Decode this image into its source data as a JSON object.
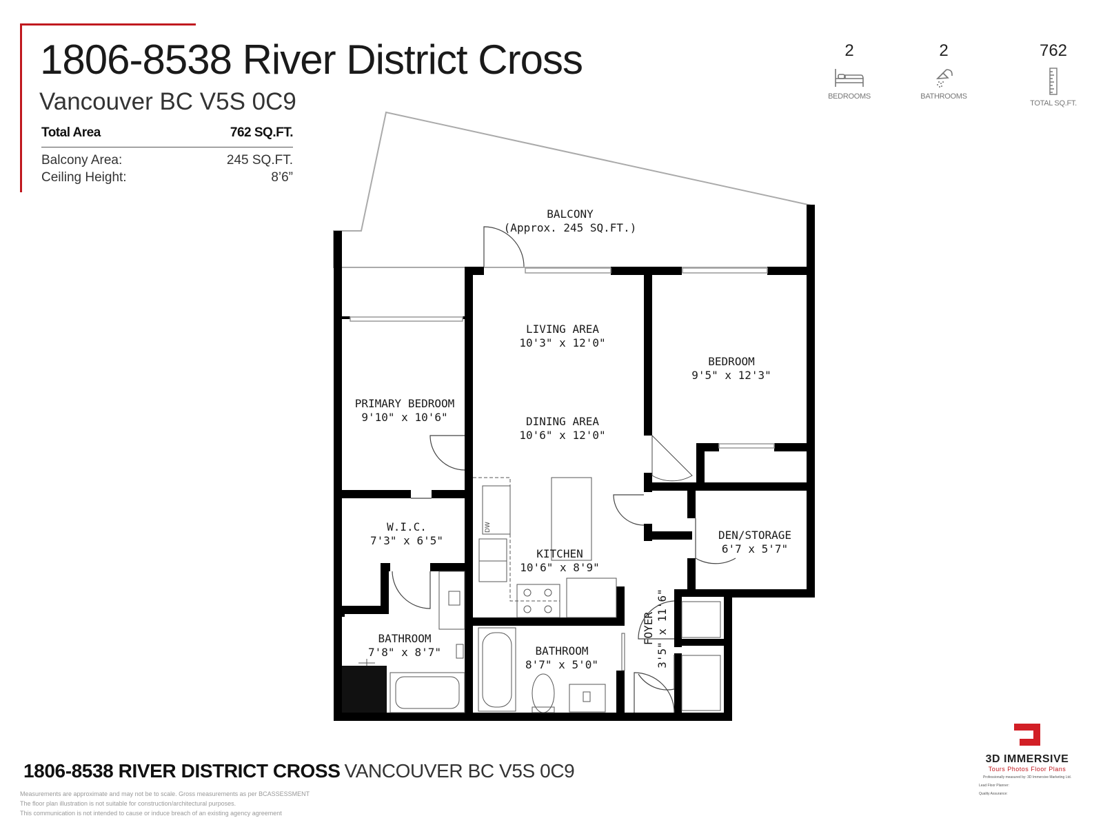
{
  "header": {
    "title": "1806-8538 River District Cross",
    "subtitle": "Vancouver BC V5S 0C9",
    "total_area_label": "Total Area",
    "total_area_value": "762 SQ.FT.",
    "balcony_label": "Balcony Area:",
    "balcony_value": "245 SQ.FT.",
    "ceiling_label": "Ceiling Height:",
    "ceiling_value": "8’6”",
    "accent_color": "#c0191f"
  },
  "stats": {
    "bedrooms": {
      "value": "2",
      "label": "BEDROOMS",
      "icon": "bed-icon"
    },
    "bathrooms": {
      "value": "2",
      "label": "BATHROOMS",
      "icon": "shower-icon"
    },
    "area": {
      "value": "762",
      "label": "TOTAL SQ.FT.",
      "icon": "ruler-icon"
    }
  },
  "rooms": {
    "balcony": {
      "name": "BALCONY",
      "size": "(Approx. 245 SQ.FT.)"
    },
    "living": {
      "name": "LIVING AREA",
      "size": "10'3\" x 12'0\""
    },
    "dining": {
      "name": "DINING AREA",
      "size": "10'6\" x 12'0\""
    },
    "primary_bedroom": {
      "name": "PRIMARY BEDROOM",
      "size": "9'10\" x 10'6\""
    },
    "bedroom": {
      "name": "BEDROOM",
      "size": "9'5\" x 12'3\""
    },
    "wic": {
      "name": "W.I.C.",
      "size": "7'3\" x 6'5\""
    },
    "kitchen": {
      "name": "KITCHEN",
      "size": "10'6\" x 8'9\""
    },
    "den": {
      "name": "DEN/STORAGE",
      "size": "6'7 x 5'7\""
    },
    "ensuite": {
      "name": "BATHROOM",
      "size": "7'8\" x 8'7\""
    },
    "bathroom": {
      "name": "BATHROOM",
      "size": "8'7\" x 5'0\""
    },
    "foyer": {
      "name": "FOYER",
      "size": "3'5\" x 11'6\""
    },
    "dw": "DW"
  },
  "footer": {
    "address_bold": "1806-8538 RIVER DISTRICT CROSS",
    "address_rest": "VANCOUVER BC V5S 0C9",
    "disclaimer_1": "Measurements are approximate and may not be to scale. Gross measurements as per BCASSESSMENT",
    "disclaimer_2": "The floor plan illustration is not suitable for construction/architectural purposes.",
    "disclaimer_3": "This communication is not intended to cause or induce breach of an existing agency agreement"
  },
  "logo": {
    "name": "3D IMMERSIVE",
    "tagline": "Tours  Photos  Floor Plans",
    "note": "Professionally measured by: 3D Immersive Marketing Ltd.",
    "planner": "Lead Floor Planner:",
    "qa": "Quality Assurance:"
  }
}
